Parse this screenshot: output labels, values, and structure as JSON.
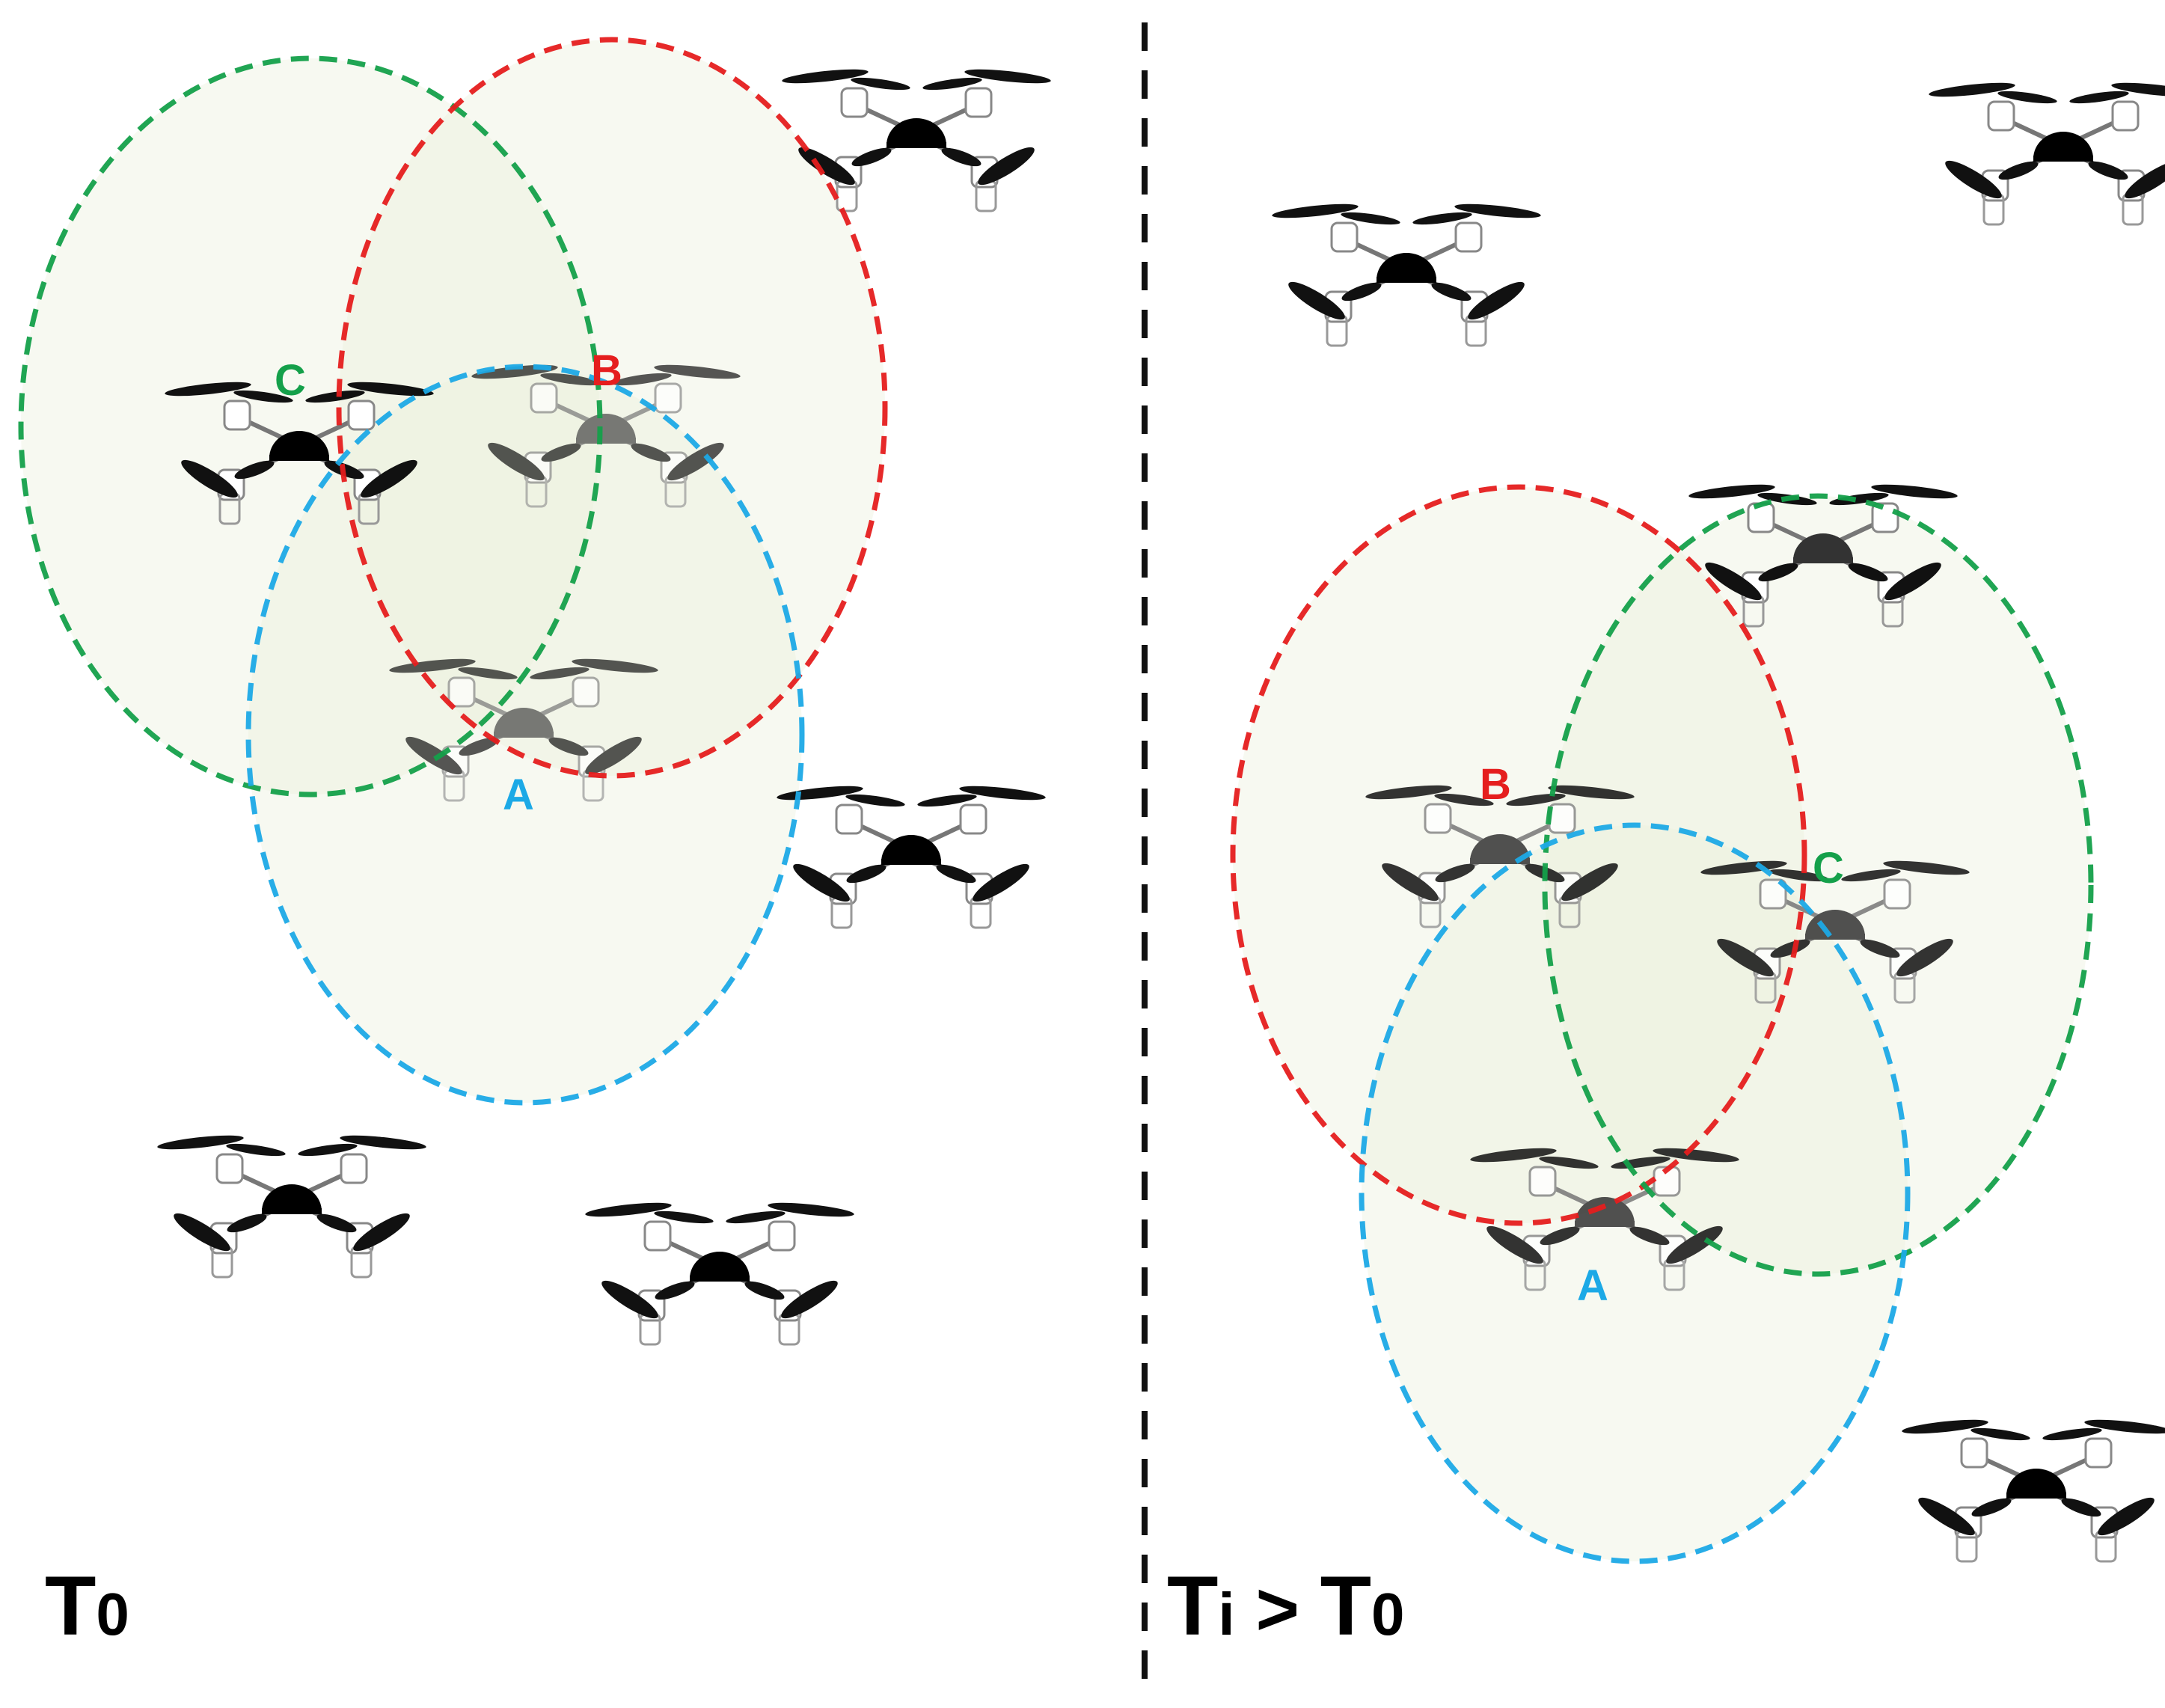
{
  "colors": {
    "A": "#1ca9e6",
    "B": "#e51e1e",
    "C": "#14a04a",
    "divider": "#111111",
    "range_fill": "#e9efd9",
    "drone_body": "#000000",
    "drone_body_covered": "#555555"
  },
  "panels": {
    "left": {
      "time_label": {
        "main": "T",
        "sub": "0"
      },
      "nodes": {
        "A": "A",
        "B": "B",
        "C": "C"
      }
    },
    "right": {
      "time_label": {
        "main": "T",
        "sub_i": "i",
        "op": " > ",
        "main2": "T",
        "sub_0": "0"
      },
      "nodes": {
        "A": "A",
        "B": "B",
        "C": "C"
      }
    }
  },
  "icons": {
    "drone": "quadcopter-drone-icon",
    "divider": "dashed-vertical-divider"
  }
}
